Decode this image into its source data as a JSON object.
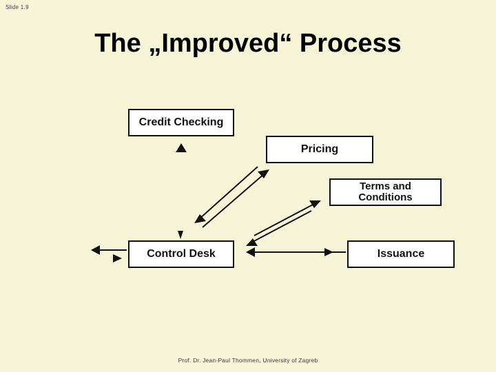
{
  "slide": {
    "number_label": "Slide 1.9",
    "title": "The „Improved“ Process",
    "footer": "Prof. Dr. Jean-Paul Thommen,  University of Zagreb",
    "background_color": "#f7f5d7",
    "box_fill": "#ffffff",
    "box_border": "#111111",
    "text_color": "#000000"
  },
  "diagram": {
    "type": "flow",
    "nodes": [
      {
        "id": "credit",
        "label": "Credit Checking"
      },
      {
        "id": "pricing",
        "label": "Pricing"
      },
      {
        "id": "terms",
        "label": "Terms and Conditions"
      },
      {
        "id": "control",
        "label": "Control Desk"
      },
      {
        "id": "issuance",
        "label": "Issuance"
      }
    ],
    "connectors": [
      {
        "id": "credit-up",
        "from": "control",
        "to": "credit",
        "style": "up-triangle"
      },
      {
        "id": "credit-down",
        "from": "credit",
        "to": "control",
        "style": "down-triangle"
      },
      {
        "id": "control-to-pricing",
        "from": "control",
        "to": "pricing",
        "style": "diagonal-arrow"
      },
      {
        "id": "pricing-to-control",
        "from": "pricing",
        "to": "control",
        "style": "diagonal-arrow"
      },
      {
        "id": "control-to-terms",
        "from": "control",
        "to": "terms",
        "style": "diagonal-arrow"
      },
      {
        "id": "terms-to-control",
        "from": "terms",
        "to": "control",
        "style": "diagonal-arrow"
      },
      {
        "id": "issuance-to-control",
        "from": "issuance",
        "to": "control",
        "style": "horizontal-arrow-left"
      },
      {
        "id": "control-to-out",
        "from": "control",
        "to": "external",
        "style": "horizontal-arrow-left"
      }
    ]
  }
}
